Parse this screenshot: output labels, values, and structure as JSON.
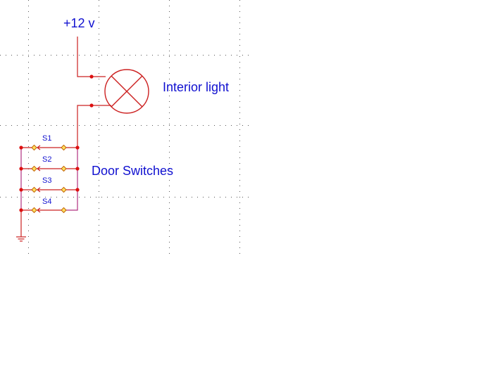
{
  "supply": {
    "label": "+12 v"
  },
  "lamp": {
    "label": "Interior light"
  },
  "switch_group": {
    "label": "Door Switches"
  },
  "switches": [
    {
      "label": "S1"
    },
    {
      "label": "S2"
    },
    {
      "label": "S3"
    },
    {
      "label": "S4"
    }
  ],
  "colors": {
    "wire": "#cc2020",
    "label": "#1010d0",
    "node": "#dd1010",
    "terminal": "#ffe060"
  }
}
